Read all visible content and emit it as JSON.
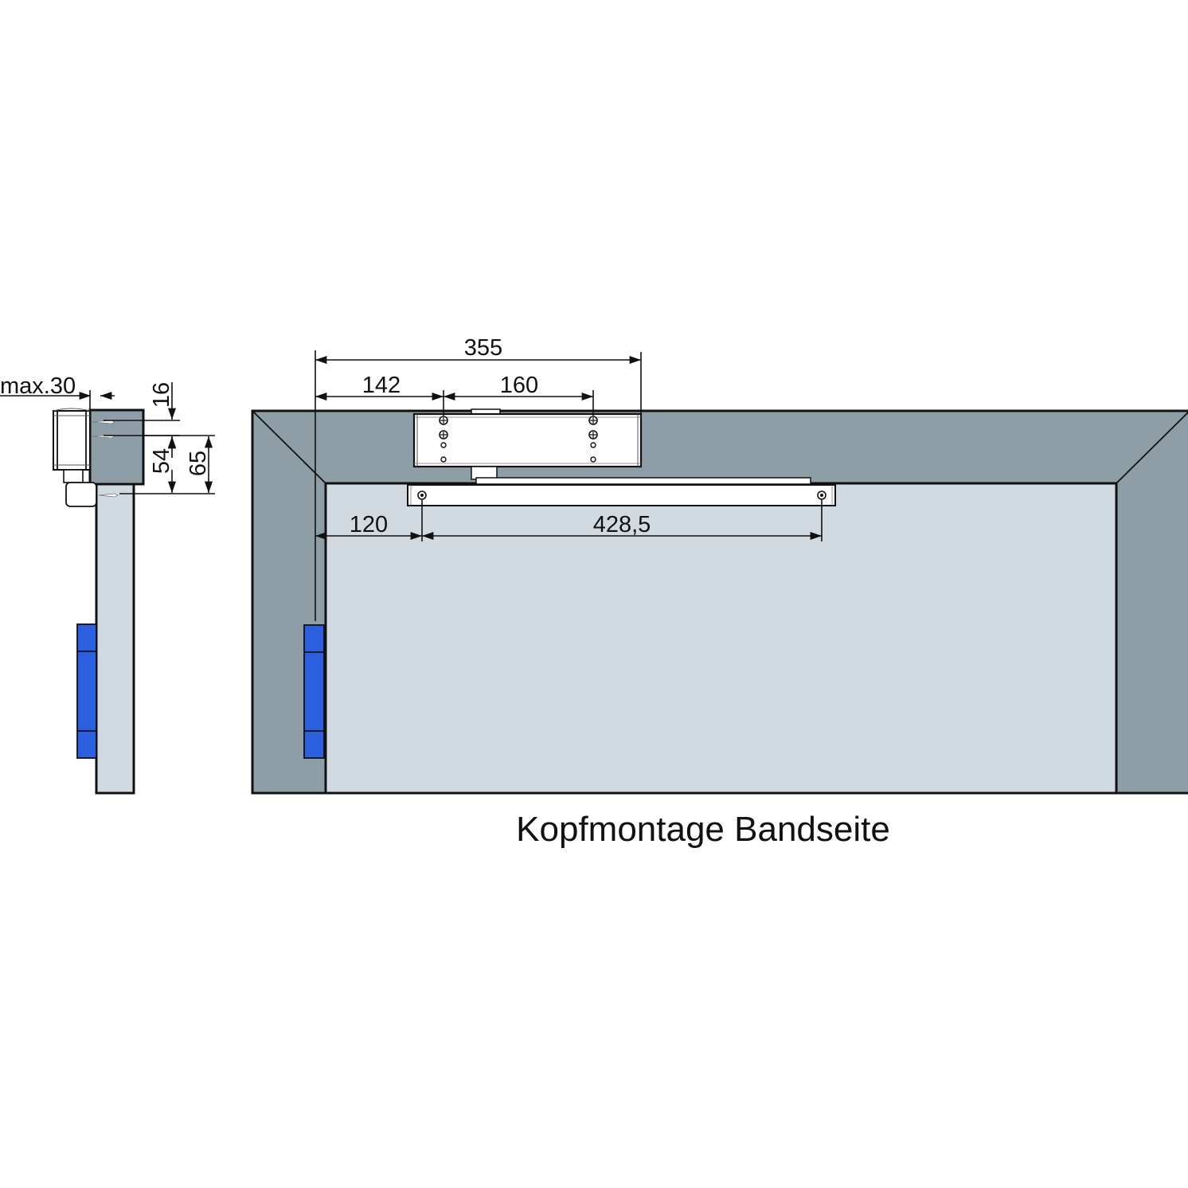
{
  "side_view": {
    "dim_max": "max.30",
    "dim_16": "16",
    "dim_54": "54",
    "dim_65": "65"
  },
  "front_view": {
    "dim_355": "355",
    "dim_142": "142",
    "dim_160": "160",
    "dim_120": "120",
    "dim_428": "428,5"
  },
  "caption": "Kopfmontage Bandseite",
  "colors": {
    "frame": "#8e9ea7",
    "door": "#d2dae1",
    "closer": "#ffffff",
    "hinge": "#2a5fe0",
    "outline": "#111111"
  }
}
